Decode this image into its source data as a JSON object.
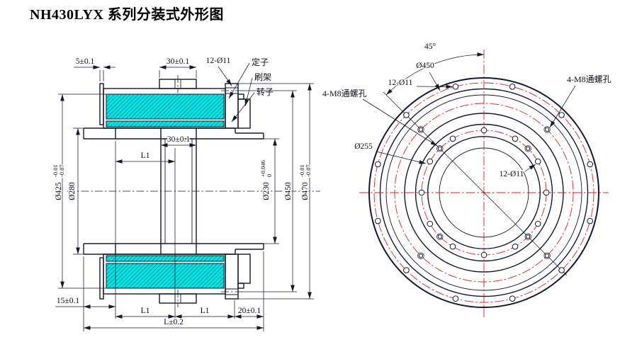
{
  "title": "NH430LYX 系列分装式外形图",
  "colors": {
    "line": "#16182b",
    "hatch_fill": "#00e5e6",
    "centerline_red": "#d42020",
    "background": "#ffffff"
  },
  "section_view": {
    "dim_5": "5±0.1",
    "dim_30_top": "30±0.1",
    "dim_holes_top": "12-Ø11",
    "label_stator": "定子",
    "label_brush_holder": "刷架",
    "label_rotor": "转子",
    "dim_30_mid": "30±0.1",
    "dim_l1_mid": "L1",
    "dia_425_main": "Ø425",
    "dia_425_upper": "-0.01",
    "dia_425_lower": "-0.07",
    "dia_280": "Ø280",
    "dia_230_main": "Ø230",
    "dia_230_upper": "+0.046",
    "dia_230_lower": "0",
    "dia_450": "Ø450",
    "dia_470_main": "Ø470",
    "dia_470_upper": "-0.01",
    "dia_470_lower": "-0.07",
    "dim_15": "15±0.1",
    "dim_l1_left": "L1",
    "dim_l1_right": "L1",
    "dim_20": "20±0.1",
    "dim_length_total": "L±0.2"
  },
  "front_view": {
    "angle_45": "45°",
    "dia_450": "Ø450",
    "dim_holes_outer": "12-Ø11",
    "label_m8_left": "4-M8通螺孔",
    "label_m8_right": "4-M8通螺孔",
    "dia_255": "Ø255",
    "dim_holes_inner": "12-Ø11"
  }
}
